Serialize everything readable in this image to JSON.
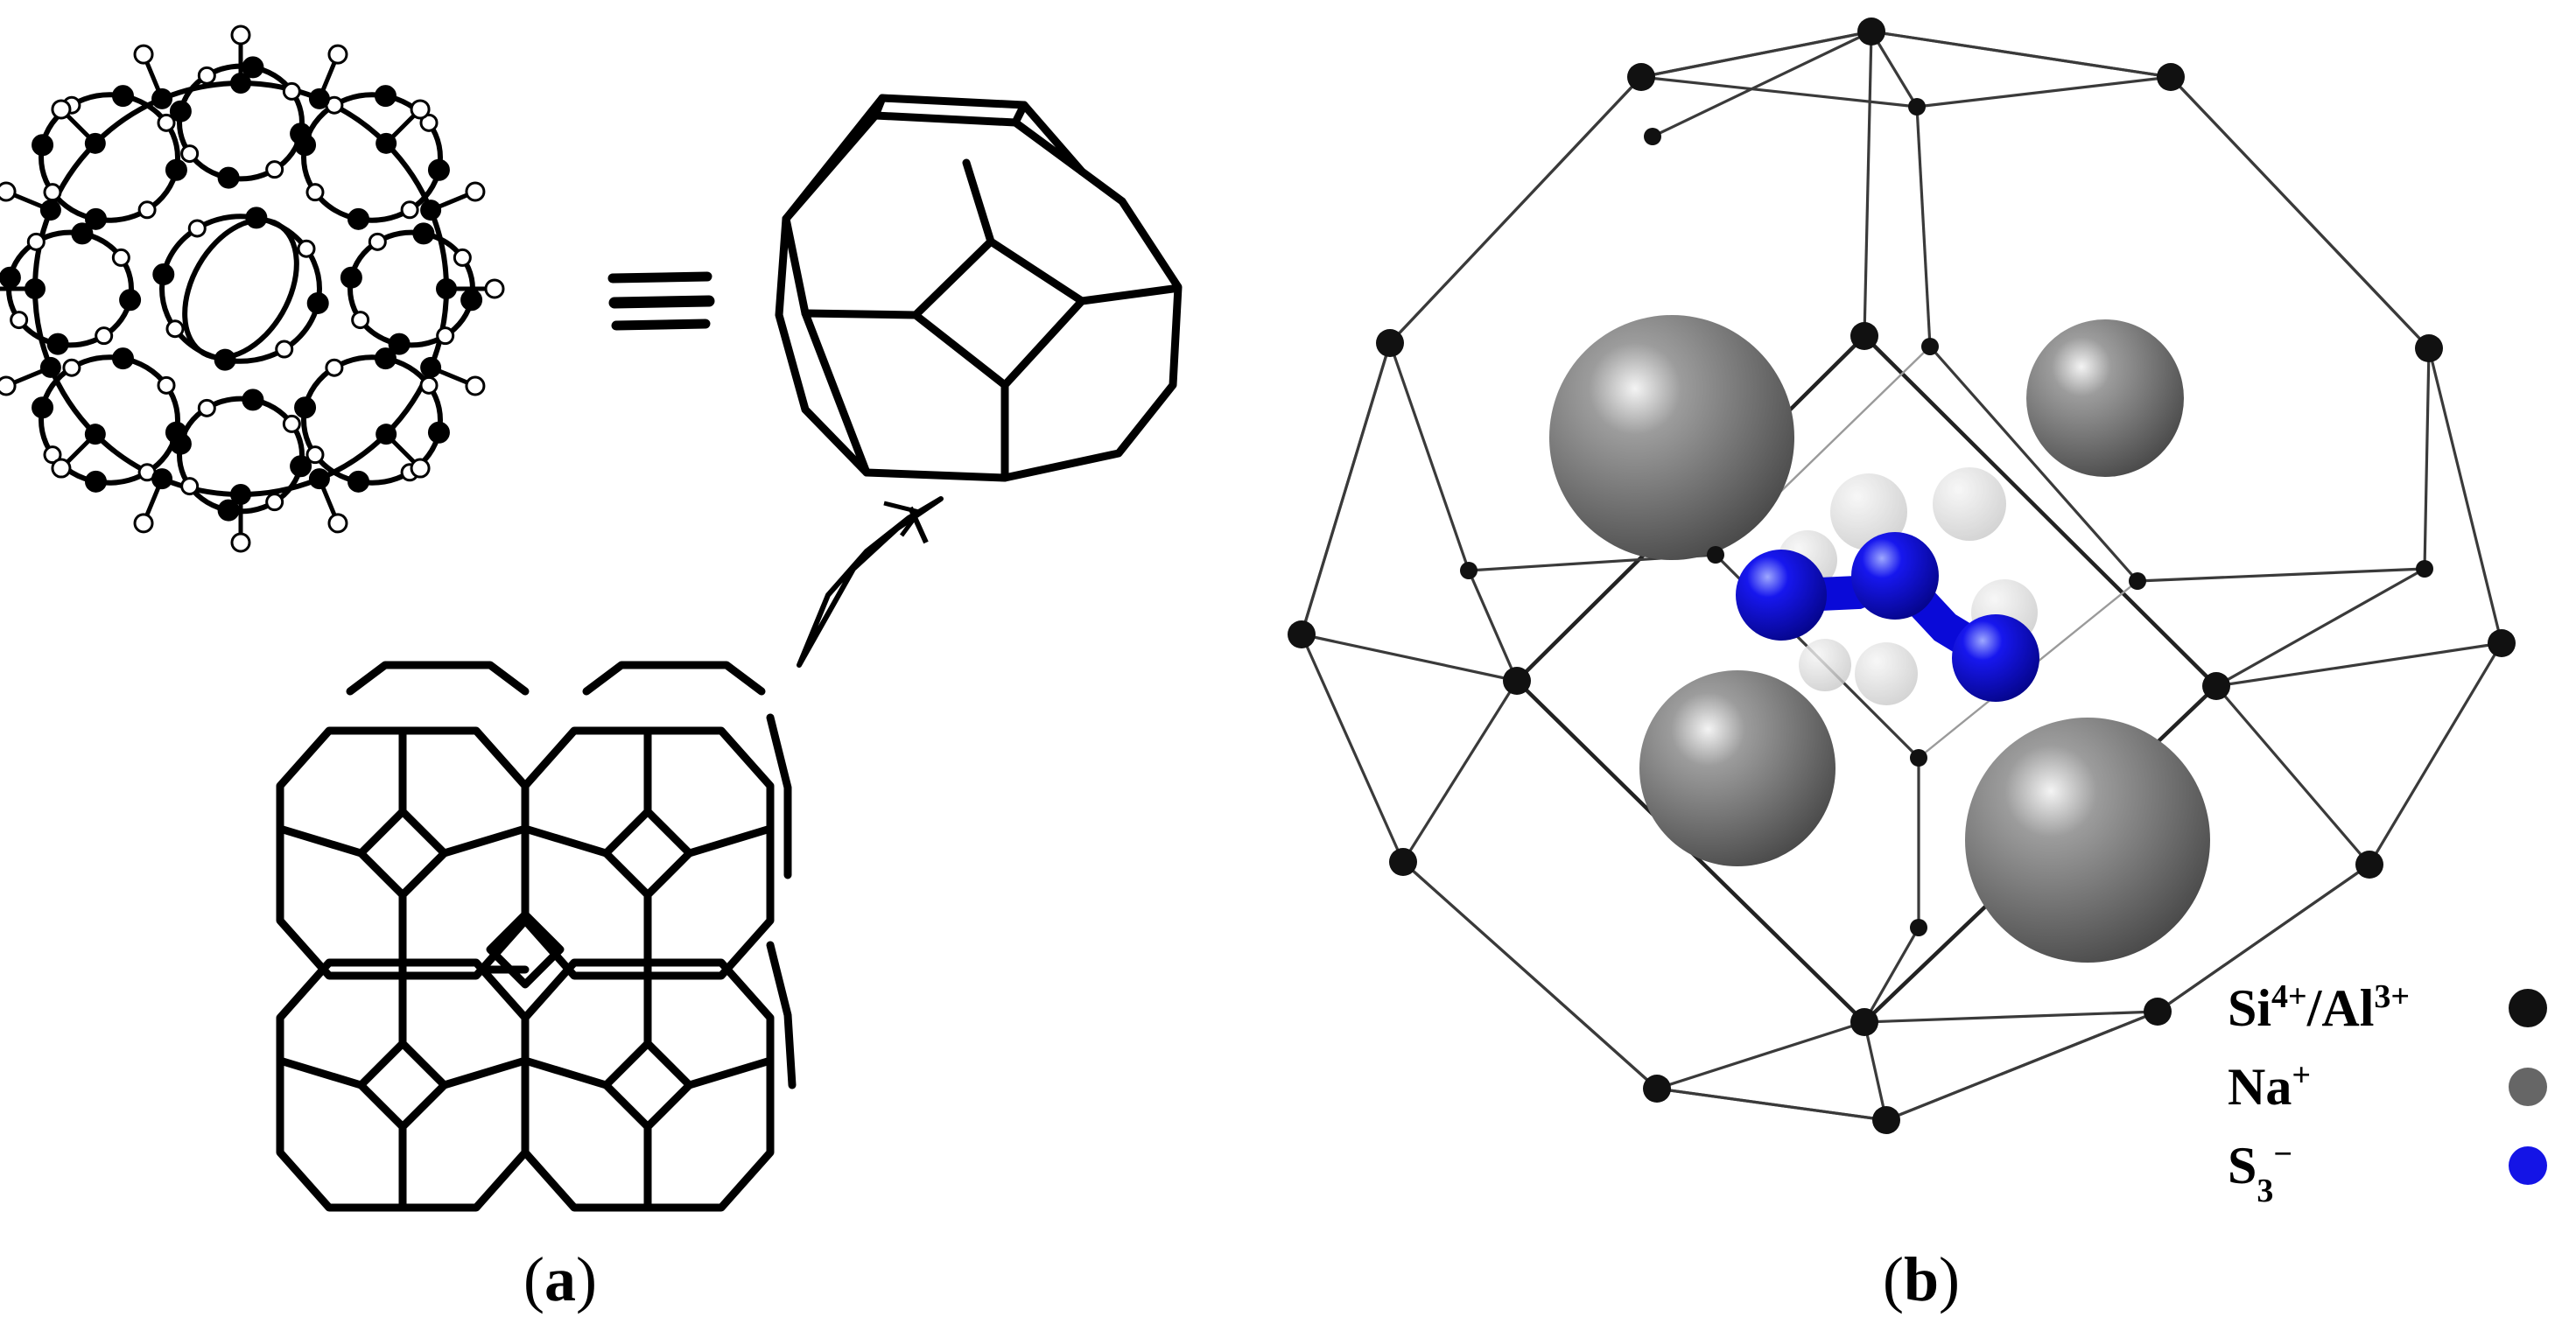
{
  "panels": {
    "a": {
      "open": "(",
      "letter": "a",
      "close": ")"
    },
    "b": {
      "open": "(",
      "letter": "b",
      "close": ")"
    }
  },
  "legend": [
    {
      "key": "si_al",
      "parts": [
        {
          "t": "Si"
        },
        {
          "t": "4+",
          "sup": true
        },
        {
          "t": "/Al"
        },
        {
          "t": "3+",
          "sup": true
        }
      ],
      "color": "#111111"
    },
    {
      "key": "na",
      "parts": [
        {
          "t": "Na"
        },
        {
          "t": "+",
          "sup": true
        }
      ],
      "color": "#666666"
    },
    {
      "key": "s3",
      "parts": [
        {
          "t": "S"
        },
        {
          "t": "3",
          "sub": true
        },
        {
          "t": "−",
          "sup": true
        }
      ],
      "color": "#1414e6"
    }
  ],
  "colors": {
    "framework_atom": "#111111",
    "sodium": "#7a7a7a",
    "s3_anion": "#1010e0",
    "line": "#000000"
  }
}
